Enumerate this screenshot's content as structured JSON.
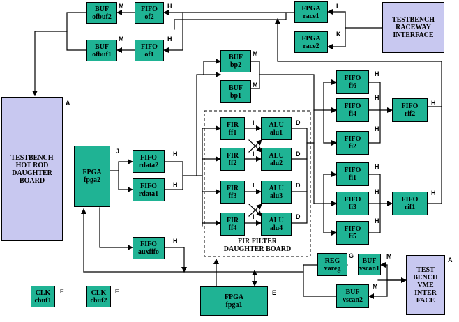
{
  "blocks": {
    "buf_ofbuf2": [
      "BUF",
      "ofbuf2"
    ],
    "fifo_of2": [
      "FIFO",
      "of2"
    ],
    "buf_ofbuf1": [
      "BUF",
      "ofbuf1"
    ],
    "fifo_of1": [
      "FIFO",
      "of1"
    ],
    "fpga_race1": [
      "FPGA",
      "race1"
    ],
    "fpga_race2": [
      "FPGA",
      "race2"
    ],
    "testbench_raceway": [
      "TESTBENCH",
      "RACEWAY",
      "INTERFACE"
    ],
    "buf_bp2": [
      "BUF",
      "bp2"
    ],
    "buf_bp1": [
      "BUF",
      "bp1"
    ],
    "testbench_hotrod": [
      "TESTBENCH",
      "HOT ROD",
      "DAUGHTER",
      "BOARD"
    ],
    "fpga_fpga2": [
      "FPGA",
      "fpga2"
    ],
    "fifo_rdata2": [
      "FIFO",
      "rdata2"
    ],
    "fifo_rdata1": [
      "FIFO",
      "rdata1"
    ],
    "fir_ff1": [
      "FIR",
      "ff1"
    ],
    "fir_ff2": [
      "FIR",
      "ff2"
    ],
    "fir_ff3": [
      "FIR",
      "ff3"
    ],
    "fir_ff4": [
      "FIR",
      "ff4"
    ],
    "alu_alu1": [
      "ALU",
      "alu1"
    ],
    "alu_alu2": [
      "ALU",
      "alu2"
    ],
    "alu_alu3": [
      "ALU",
      "alu3"
    ],
    "alu_alu4": [
      "ALU",
      "alu4"
    ],
    "fifo_fi6": [
      "FIFO",
      "fi6"
    ],
    "fifo_fi4": [
      "FIFO",
      "fi4"
    ],
    "fifo_fi2": [
      "FIFO",
      "fi2"
    ],
    "fifo_fi1": [
      "FIFO",
      "fi1"
    ],
    "fifo_fi3": [
      "FIFO",
      "fi3"
    ],
    "fifo_fi5": [
      "FIFO",
      "fi5"
    ],
    "fifo_rif2": [
      "FIFO",
      "rif2"
    ],
    "fifo_rif1": [
      "FIFO",
      "rif1"
    ],
    "fifo_auxfifo": [
      "FIFO",
      "auxfifo"
    ],
    "reg_vareg": [
      "REG",
      "vareg"
    ],
    "buf_vscan1": [
      "BUF",
      "vscan1"
    ],
    "buf_vscan2": [
      "BUF",
      "vscan2"
    ],
    "testbench_vme": [
      "TEST",
      "BENCH",
      "VME",
      "INTER",
      "FACE"
    ],
    "clk_cbuf1": [
      "CLK",
      "cbuf1"
    ],
    "clk_cbuf2": [
      "CLK",
      "cbuf2"
    ],
    "fpga_fpga1": [
      "FPGA",
      "fpga1"
    ]
  },
  "caption_fir_filter": [
    "FIR FILTER",
    "DAUGHTER BOARD"
  ],
  "labels": {
    "m": "M",
    "h": "H",
    "l": "L",
    "k": "K",
    "a": "A",
    "j": "J",
    "i": "I",
    "d": "D",
    "g": "G",
    "e": "E",
    "f": "F"
  }
}
